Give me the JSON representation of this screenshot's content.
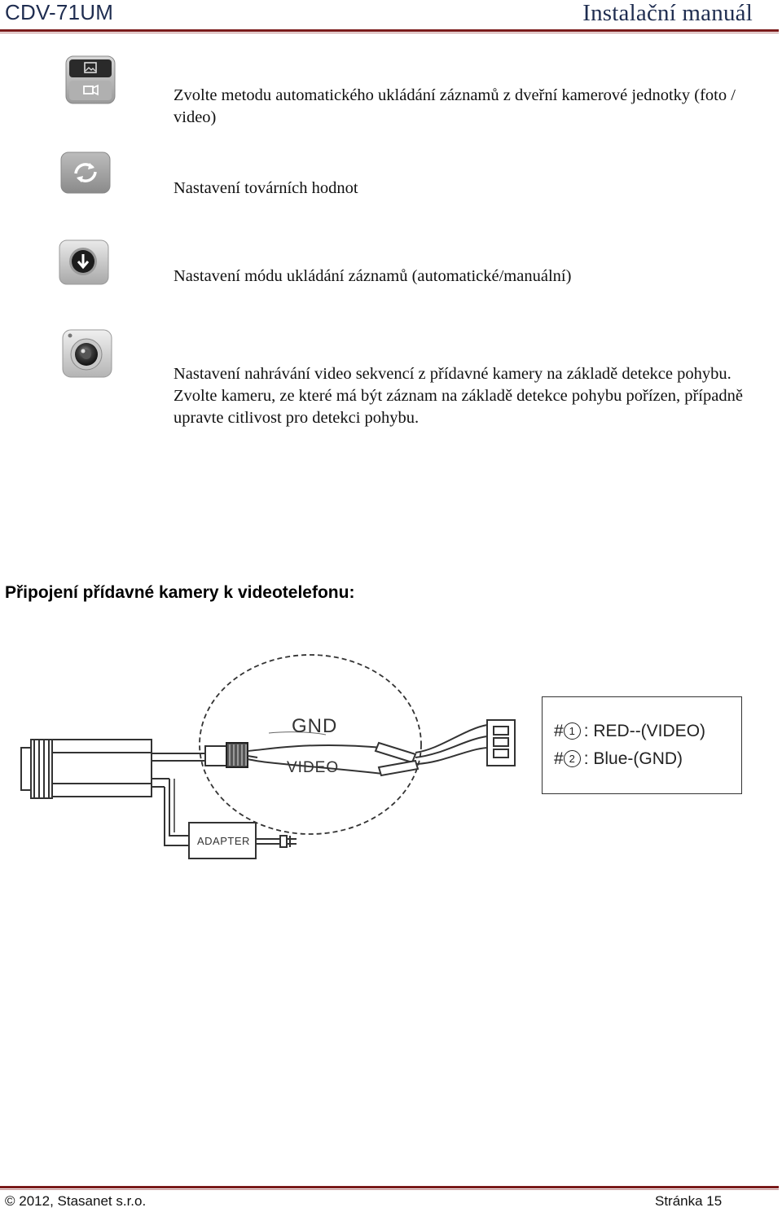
{
  "header": {
    "left": "CDV-71UM",
    "right": "Instalační manuál"
  },
  "items": [
    {
      "icon": "photo-video-icon",
      "text": "Zvolte metodu automatického ukládání záznamů z dveřní kamerové jednotky (foto / video)"
    },
    {
      "icon": "refresh-icon",
      "text": "Nastavení továrních hodnot"
    },
    {
      "icon": "download-icon",
      "text": "Nastavení módu ukládání záznamů (automatické/manuální)"
    },
    {
      "icon": "camera-lens-icon",
      "text": "Nastavení nahrávání video sekvencí z přídavné kamery na základě detekce pohybu. Zvolte kameru, ze které má být záznam na základě detekce pohybu pořízen, případně upravte citlivost pro detekci pohybu."
    }
  ],
  "section_title": "Připojení přídavné kamery k videotelefonu:",
  "diagram": {
    "gnd_label": "GND",
    "video_label": "VIDEO",
    "adapter_label": "ADAPTER",
    "legend": {
      "line1_num": "1",
      "line1_text": ": RED--(VIDEO)",
      "line2_num": "2",
      "line2_text": ": Blue-(GND)"
    }
  },
  "footer": {
    "copyright": "© 2012, Stasanet s.r.o.",
    "page": "Stránka 15"
  }
}
